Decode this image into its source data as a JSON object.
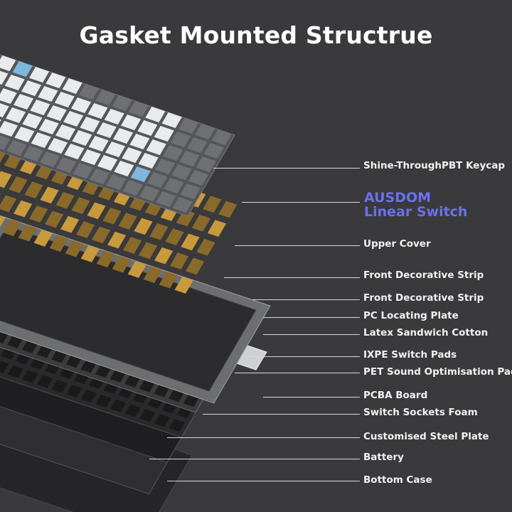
{
  "title": "Gasket Mounted Structrue",
  "highlight": {
    "line1": "AUSDOM",
    "line2": "Linear Switch",
    "color": "#6a71f0"
  },
  "layers": [
    {
      "id": "keycap",
      "label": "Shine-ThroughPBT Keycap"
    },
    {
      "id": "upper-cover",
      "label": "Upper Cover"
    },
    {
      "id": "front-strip-1",
      "label": "Front Decorative Strip"
    },
    {
      "id": "front-strip-2",
      "label": "Front Decorative Strip"
    },
    {
      "id": "pc-plate",
      "label": "PC Locating Plate"
    },
    {
      "id": "latex-cotton",
      "label": "Latex Sandwich Cotton"
    },
    {
      "id": "ixpe",
      "label": "IXPE Switch Pads"
    },
    {
      "id": "pet-pads",
      "label": "PET Sound Optimisation Pads"
    },
    {
      "id": "pcba",
      "label": "PCBA Board"
    },
    {
      "id": "socket-foam",
      "label": "Switch Sockets Foam"
    },
    {
      "id": "steel-plate",
      "label": "Customised Steel Plate"
    },
    {
      "id": "battery",
      "label": "Battery"
    },
    {
      "id": "bottom-case",
      "label": "Bottom Case"
    }
  ],
  "colors": {
    "background": "#3a3a3c",
    "accent": "#6a71f0",
    "accent_key": "#7fb6dc"
  }
}
